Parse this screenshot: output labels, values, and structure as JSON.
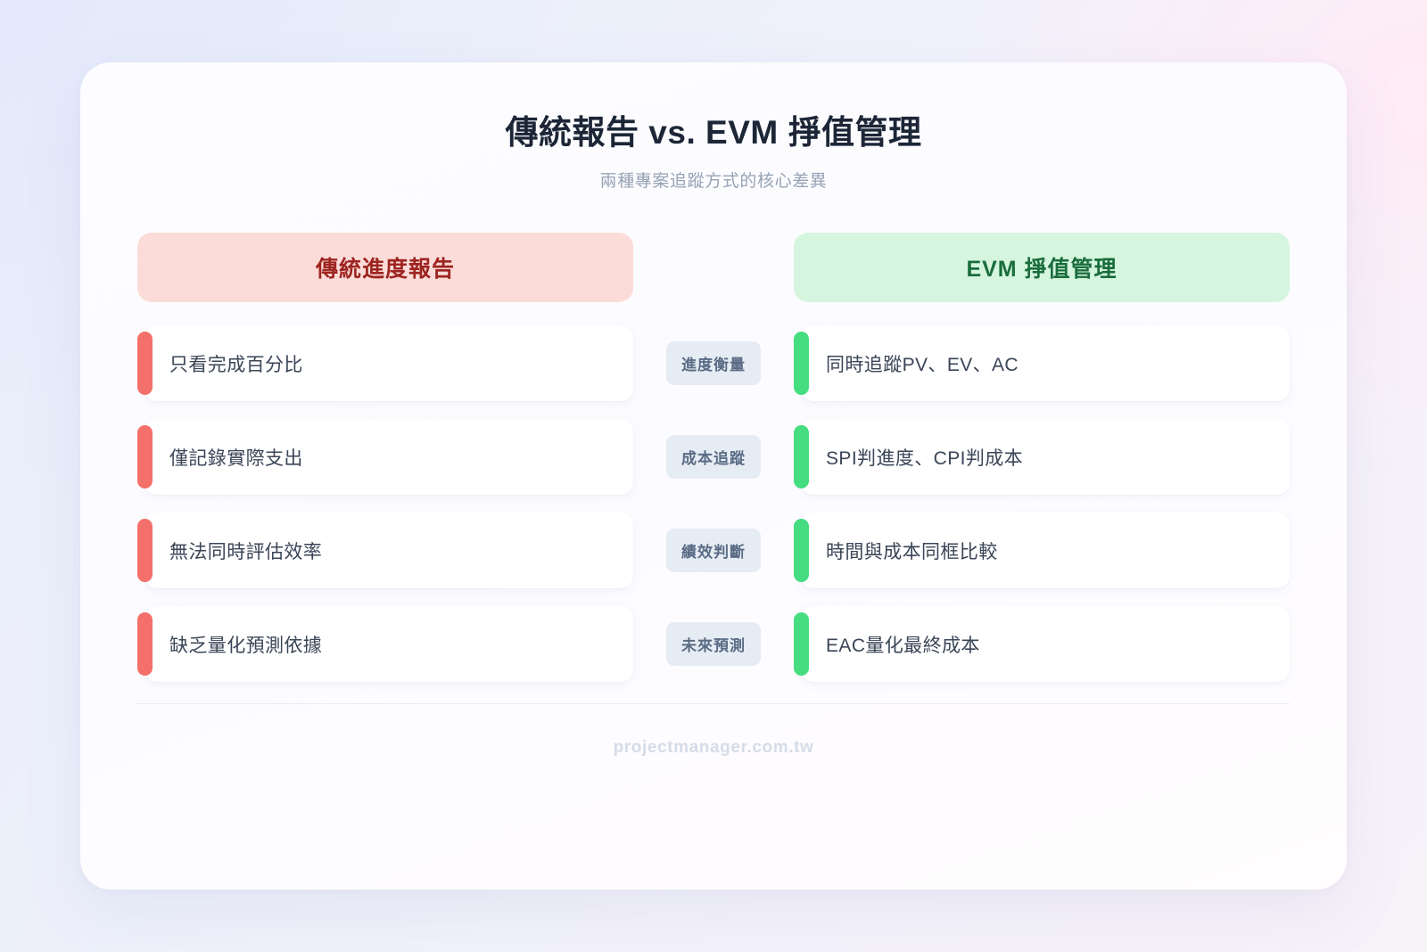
{
  "header": {
    "title": "傳統報告 vs. EVM 掙值管理",
    "subtitle": "兩種專案追蹤方式的核心差異"
  },
  "columns": {
    "left_label": "傳統進度報告",
    "right_label": "EVM 掙值管理"
  },
  "rows": [
    {
      "left": "只看完成百分比",
      "category": "進度衡量",
      "right": "同時追蹤PV、EV、AC"
    },
    {
      "left": "僅記錄實際支出",
      "category": "成本追蹤",
      "right": "SPI判進度、CPI判成本"
    },
    {
      "left": "無法同時評估效率",
      "category": "績效判斷",
      "right": "時間與成本同框比較"
    },
    {
      "left": "缺乏量化預測依據",
      "category": "未來預測",
      "right": "EAC量化最終成本"
    }
  ],
  "footer": {
    "site": "projectmanager.com.tw"
  },
  "colors": {
    "traditional_accent": "#f4706b",
    "traditional_header_bg": "#fbdcd9",
    "traditional_header_text": "#9e2420",
    "evm_accent": "#45dd80",
    "evm_header_bg": "#d5f5df",
    "evm_header_text": "#1a6d3c",
    "pill_bg": "#e6ecf3",
    "pill_text": "#5a6b85",
    "title_text": "#1c2637",
    "subtitle_text": "#97a3b6",
    "footer_text": "#d5dce8"
  }
}
